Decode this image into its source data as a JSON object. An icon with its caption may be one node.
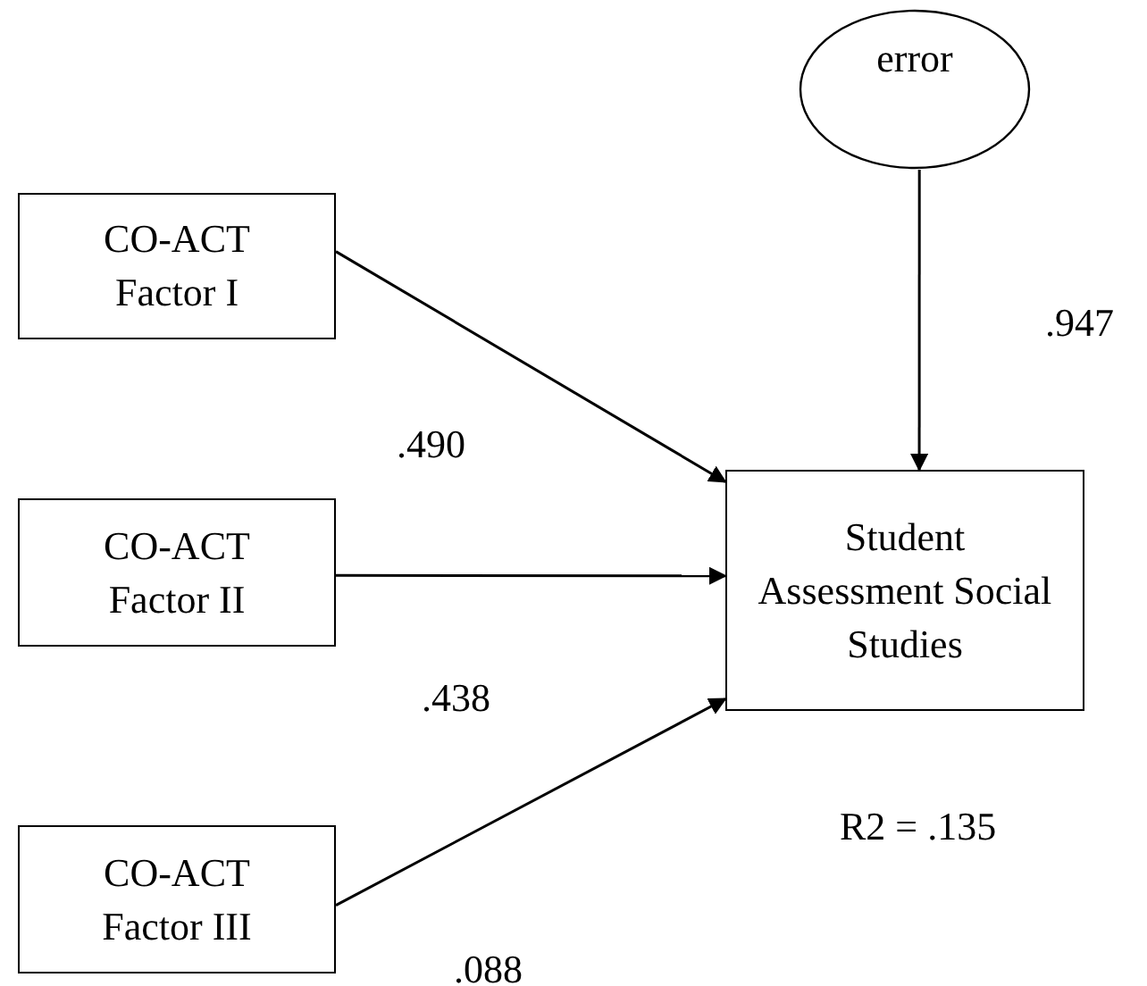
{
  "diagram": {
    "nodes": [
      {
        "text": [
          "CO-ACT Factor I"
        ]
      },
      {
        "text": [
          "CO-ACT Factor II"
        ]
      },
      {
        "text": [
          "CO-ACT Factor III"
        ]
      },
      {
        "text": [
          "error"
        ]
      },
      {
        "text": [
          "Student Assessment Social Studies"
        ],
        "beside": [
          "R2 = .135"
        ]
      }
    ],
    "edges": [
      {
        "from": 0,
        "to": 4,
        "arrow": "to",
        "label": ".490"
      },
      {
        "from": 1,
        "to": 4,
        "arrow": "to",
        "label": ".438"
      },
      {
        "from": 2,
        "to": 4,
        "arrow": "to",
        "label": ".088"
      },
      {
        "from": 3,
        "to": 4,
        "arrow": "to",
        "label": ".947"
      }
    ]
  }
}
